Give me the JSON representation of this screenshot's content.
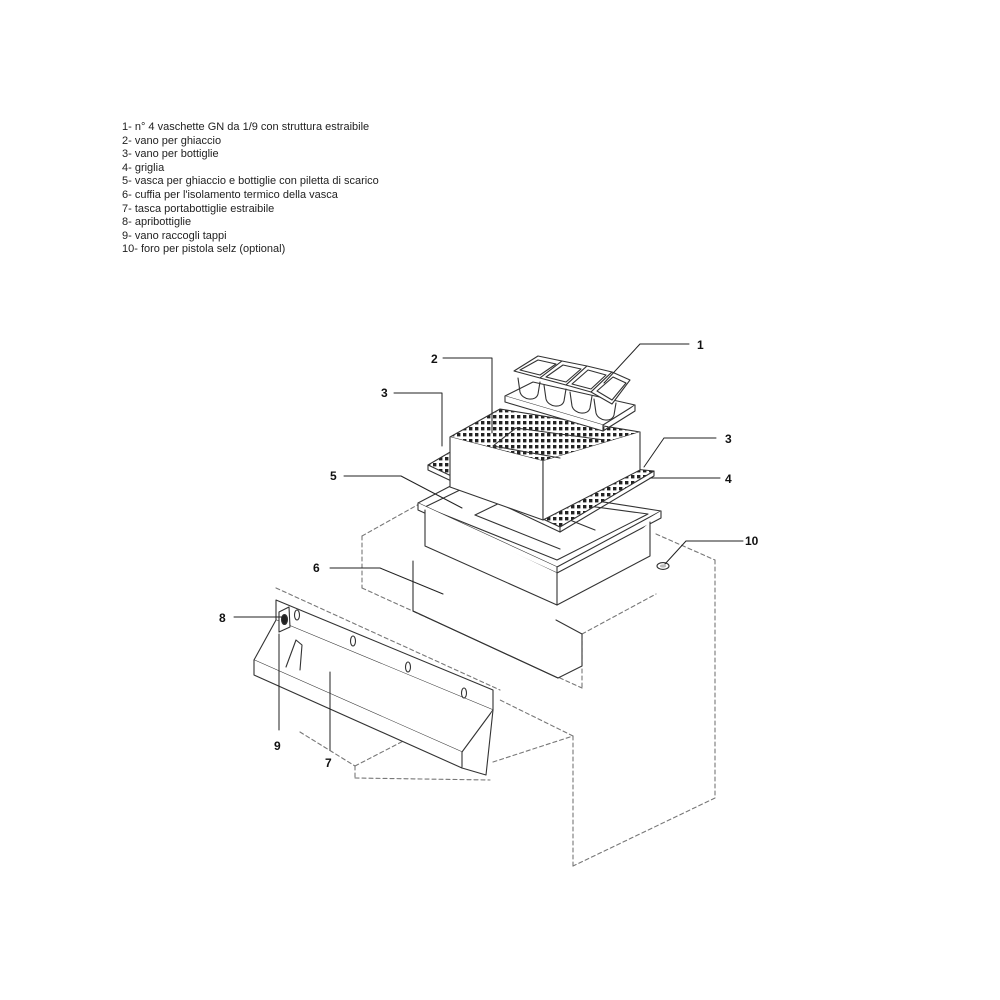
{
  "legend": [
    "1- n° 4 vaschette GN da 1/9 con struttura estraibile",
    "2- vano per ghiaccio",
    "3- vano per bottiglie",
    "4- griglia",
    "5- vasca per ghiaccio e bottiglie con piletta di scarico",
    "6- cuffia per l'isolamento termico della vasca",
    "7- tasca portabottiglie estraibile",
    "8- apribottiglie",
    "9- vano raccogli tappi",
    "10- foro per pistola selz (optional)"
  ],
  "callouts": {
    "c1": "1",
    "c2": "2",
    "c3a": "3",
    "c3b": "3",
    "c4": "4",
    "c5": "5",
    "c6": "6",
    "c7": "7",
    "c8": "8",
    "c9": "9",
    "c10": "10"
  }
}
